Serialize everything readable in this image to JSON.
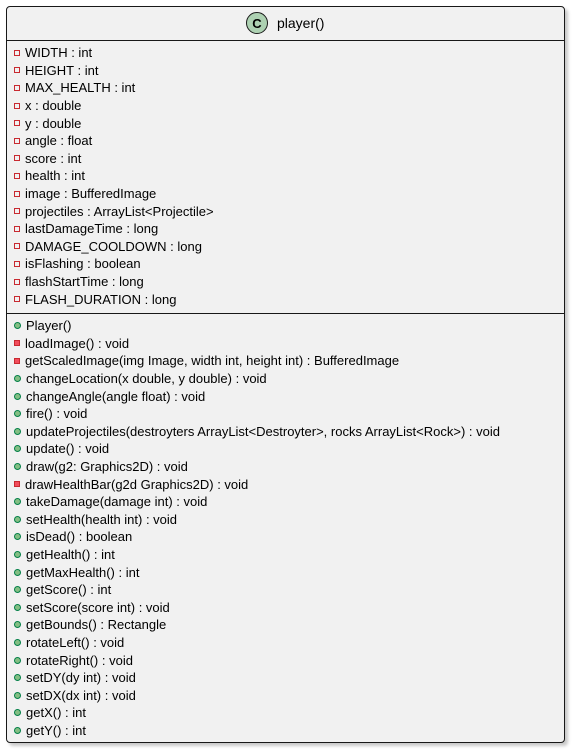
{
  "class": {
    "icon_letter": "C",
    "name": "player()",
    "colors": {
      "box_fill": "#f1f1f1",
      "border": "#181818",
      "icon_fill": "#add1b2",
      "private_marker": "#c82930",
      "public_marker": "#84be84"
    },
    "fields": [
      {
        "visibility": "private",
        "text": "WIDTH : int"
      },
      {
        "visibility": "private",
        "text": "HEIGHT : int"
      },
      {
        "visibility": "private",
        "text": "MAX_HEALTH : int"
      },
      {
        "visibility": "private",
        "text": "x : double"
      },
      {
        "visibility": "private",
        "text": "y : double"
      },
      {
        "visibility": "private",
        "text": "angle : float"
      },
      {
        "visibility": "private",
        "text": "score : int"
      },
      {
        "visibility": "private",
        "text": "health : int"
      },
      {
        "visibility": "private",
        "text": "image : BufferedImage"
      },
      {
        "visibility": "private",
        "text": "projectiles : ArrayList<Projectile>"
      },
      {
        "visibility": "private",
        "text": "lastDamageTime : long"
      },
      {
        "visibility": "private",
        "text": "DAMAGE_COOLDOWN : long"
      },
      {
        "visibility": "private",
        "text": "isFlashing : boolean"
      },
      {
        "visibility": "private",
        "text": "flashStartTime : long"
      },
      {
        "visibility": "private",
        "text": "FLASH_DURATION : long"
      }
    ],
    "methods": [
      {
        "visibility": "public",
        "text": "Player()"
      },
      {
        "visibility": "private",
        "text": "loadImage() : void"
      },
      {
        "visibility": "private",
        "text": "getScaledImage(img  Image, width  int, height  int) : BufferedImage"
      },
      {
        "visibility": "public",
        "text": "changeLocation(x  double, y  double) : void"
      },
      {
        "visibility": "public",
        "text": "changeAngle(angle  float) : void"
      },
      {
        "visibility": "public",
        "text": "fire() : void"
      },
      {
        "visibility": "public",
        "text": "updateProjectiles(destroyters  ArrayList<Destroyter>,  rocks  ArrayList<Rock>) : void"
      },
      {
        "visibility": "public",
        "text": "update() : void"
      },
      {
        "visibility": "public",
        "text": "draw(g2: Graphics2D) : void"
      },
      {
        "visibility": "private",
        "text": "drawHealthBar(g2d  Graphics2D) : void"
      },
      {
        "visibility": "public",
        "text": "takeDamage(damage  int) : void"
      },
      {
        "visibility": "public",
        "text": "setHealth(health  int) : void"
      },
      {
        "visibility": "public",
        "text": "isDead() : boolean"
      },
      {
        "visibility": "public",
        "text": "getHealth() : int"
      },
      {
        "visibility": "public",
        "text": "getMaxHealth() : int"
      },
      {
        "visibility": "public",
        "text": "getScore() : int"
      },
      {
        "visibility": "public",
        "text": "setScore(score int) : void"
      },
      {
        "visibility": "public",
        "text": "getBounds() : Rectangle"
      },
      {
        "visibility": "public",
        "text": "rotateLeft() : void"
      },
      {
        "visibility": "public",
        "text": "rotateRight() : void"
      },
      {
        "visibility": "public",
        "text": "setDY(dy int) : void"
      },
      {
        "visibility": "public",
        "text": "setDX(dx int) : void"
      },
      {
        "visibility": "public",
        "text": "getX() : int"
      },
      {
        "visibility": "public",
        "text": "getY() : int"
      }
    ]
  }
}
